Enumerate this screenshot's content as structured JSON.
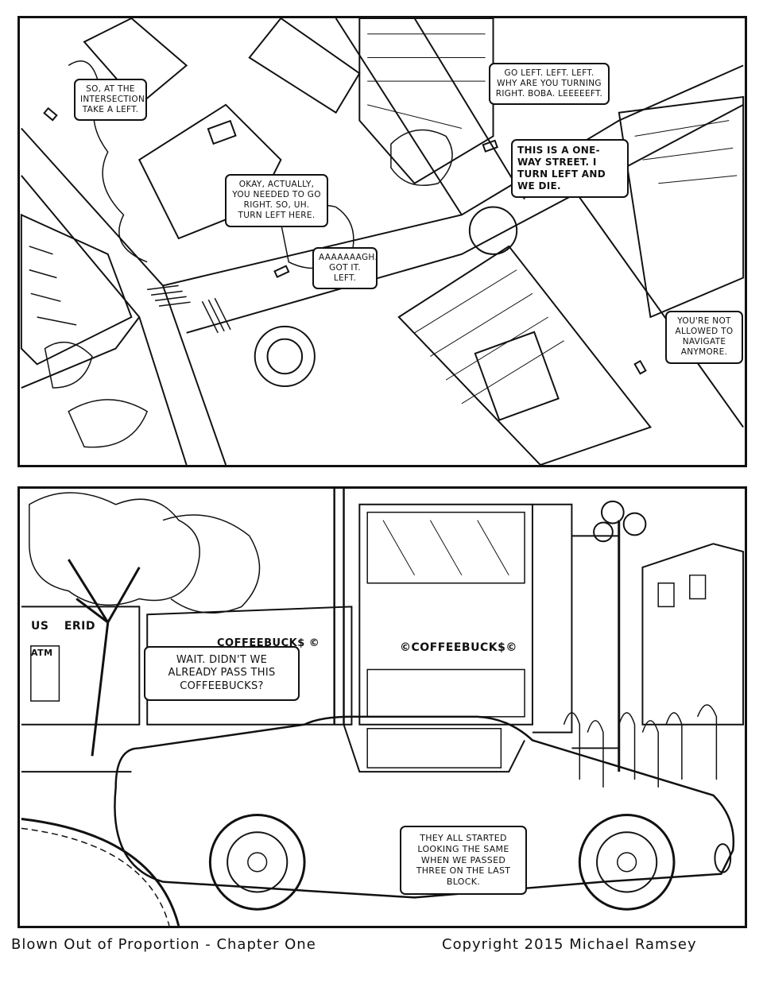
{
  "panel1": {
    "bubbles": [
      "So, at the intersection, take a left.",
      "Okay, actually, you needed to go right. So, uh. Turn left here.",
      "Aaaaaaagh. Got it. Left.",
      "Go left. Left. Left. Why are you turning right. Boba. Leeeeeft.",
      "This is a one-way street. I turn left and we die.",
      "You're not allowed to navigate anymore."
    ]
  },
  "panel2": {
    "signs": {
      "coffeebucks_left": "COFFEEBUCK$ ©",
      "coffeebucks_center": "©COFFEEBUCK$©",
      "bank": "US",
      "bank_rest": "ERID",
      "atm": "ATM"
    },
    "bubbles": [
      "Wait. Didn't we already pass this Coffeebucks?",
      "They all started looking the same when we passed three on the last block."
    ]
  },
  "footer": {
    "title": "Blown Out of Proportion - Chapter One",
    "copyright": "Copyright 2015 Michael Ramsey"
  }
}
